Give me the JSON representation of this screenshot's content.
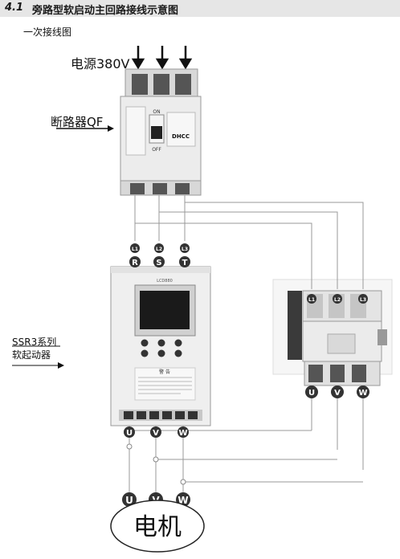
{
  "header": {
    "section_number": "4.1",
    "title": "旁路型软启动主回路接线示意图"
  },
  "subtitle": "一次接线图",
  "labels": {
    "power": "电源380V",
    "breaker": "断路器QF",
    "starter_line1": "SSR3系列",
    "starter_line2": "软起动器",
    "motor": "电机"
  },
  "terminals": {
    "top_labels": [
      "L1",
      "L2",
      "L3"
    ],
    "input": [
      "R",
      "S",
      "T"
    ],
    "output": [
      "U",
      "V",
      "W"
    ],
    "contactor_in": [
      "L1",
      "L2",
      "L3"
    ],
    "contactor_out": [
      "U",
      "V",
      "W"
    ],
    "motor": [
      "U",
      "V",
      "W"
    ]
  },
  "breaker_panel": {
    "state_on": "ON",
    "state_off": "OFF",
    "brand": "DHCC"
  },
  "starter_panel": {
    "display_tag": "LCD880",
    "warning_title": "警 告"
  },
  "colors": {
    "header_bg": "#e6e6e6",
    "wire": "#999999",
    "badge": "#333333",
    "badge_text": "#ffffff"
  }
}
